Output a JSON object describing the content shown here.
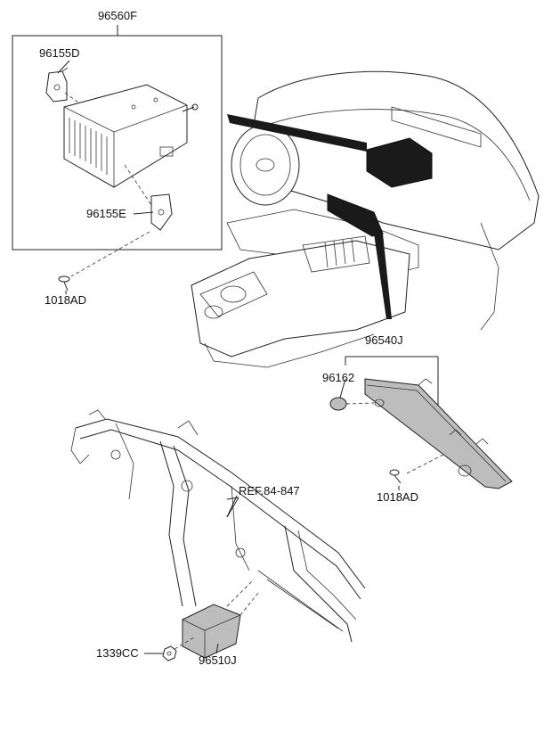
{
  "labels": {
    "assembly": "96560F",
    "bracket_upper": "96155D",
    "bracket_lower": "96155E",
    "screw_left": "1018AD",
    "module_right": "96540J",
    "cap": "96162",
    "screw_right": "1018AD",
    "reference": "REF.84-847",
    "nut": "1339CC",
    "unit_lower": "96510J"
  },
  "colors": {
    "line": "#222222",
    "highlight_fill": "#1a1a1a",
    "module_fill": "#bdbdbd",
    "background": "#ffffff"
  }
}
